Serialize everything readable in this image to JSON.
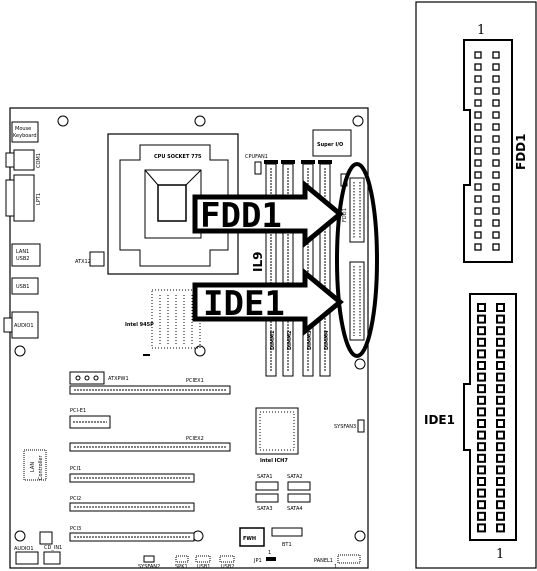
{
  "board": {
    "mouse_keyboard_1": "Mouse",
    "mouse_keyboard_2": "Keyboard",
    "com1": "COM1",
    "lpt1": "LPT1",
    "lan1_usb2_1": "LAN1",
    "lan1_usb2_2": "USB2",
    "usb1": "USB1",
    "audio1": "AUDIO1",
    "cpu_socket": "CPU SOCKET 775",
    "cpufan1": "CPUFAN1",
    "super_io": "Super I/O",
    "atx12v1": "ATX12V1",
    "intel_945p": "Intel 945P",
    "atxpw1": "ATXPW1",
    "pciex1": "PCIEX1",
    "pci_e1": "PCI-E1",
    "pciex2": "PCIEX2",
    "pci1": "PCI1",
    "pci2": "PCI2",
    "pci3": "PCI3",
    "lan_controller_1": "LAN",
    "lan_controller_2": "Controller",
    "sysfan3": "SYSFAN3",
    "intel_ich7": "Intel ICH7",
    "sata1": "SATA1",
    "sata2": "SATA2",
    "sata3": "SATA3",
    "sata4": "SATA4",
    "fwh": "FWH",
    "bt1": "BT1",
    "jp1": "JP1",
    "jp1_pin": "1",
    "panel1": "PANEL1",
    "panel1_pin": "1",
    "audio1_bottom": "AUDIO1",
    "cd_in1": "CD_IN1",
    "sysfan2": "SYSFAN2",
    "spk1": "SPK1",
    "usb1_bottom": "USB1",
    "usb2_bottom": "USB2",
    "dimm1": "DIMM1",
    "dimm2": "DIMM2",
    "dimm3": "DIMM3",
    "dimm4": "DIMM4",
    "rotated_label": "IL9",
    "fdd_on_board": "FDD1"
  },
  "callouts": {
    "fdd": "FDD1",
    "ide": "IDE1"
  },
  "pinout": {
    "fdd_pin1": "1",
    "fdd_label": "FDD1",
    "ide_label": "IDE1",
    "ide_pin1": "1"
  },
  "colors": {
    "ink": "#000000",
    "paper": "#ffffff"
  }
}
